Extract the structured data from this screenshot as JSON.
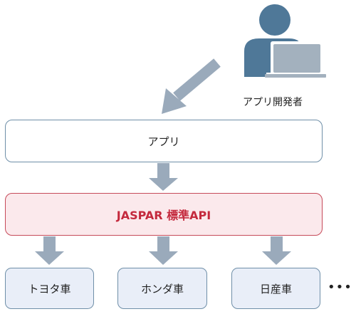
{
  "diagram": {
    "developer_label": "アプリ開発者",
    "app_label": "アプリ",
    "api_label": "JASPAR 標準API",
    "oems": [
      {
        "label": "トヨタ車"
      },
      {
        "label": "ホンダ車"
      },
      {
        "label": "日産車"
      }
    ],
    "ellipsis": "•••",
    "colors": {
      "arrow": "#9aaabb",
      "developer": "#4f7898",
      "laptop": "#a3b1be",
      "api_border": "#c64a59",
      "api_fill": "#fbe9ec",
      "api_text": "#c4293d",
      "oem_fill": "#e9eef8",
      "box_border": "#6f8fa8"
    }
  }
}
